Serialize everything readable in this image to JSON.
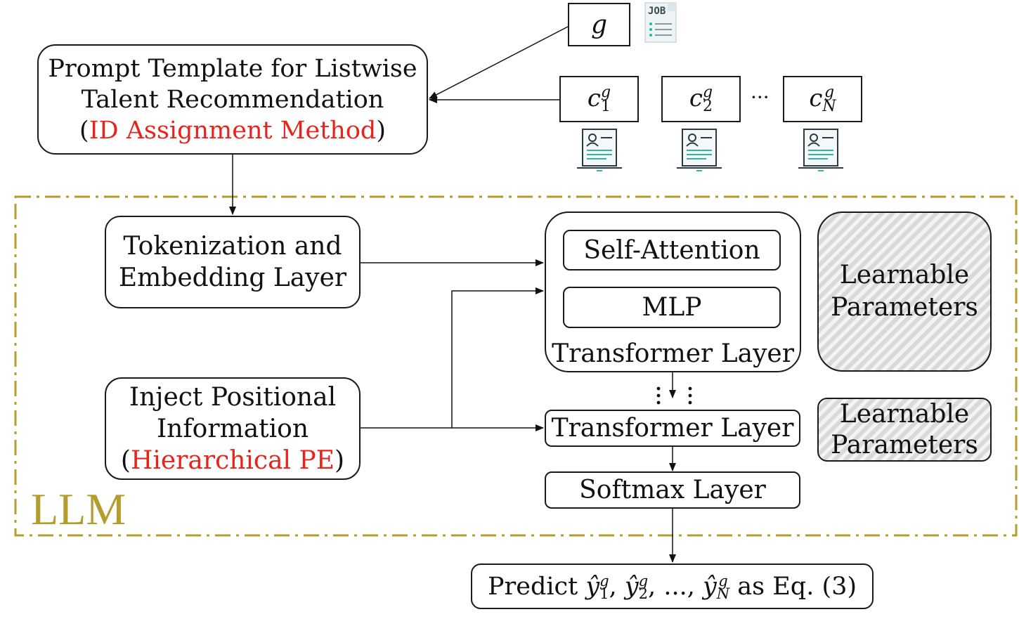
{
  "prompt_box": {
    "line1": "Prompt Template for Listwise",
    "line2": "Talent Recommendation",
    "open": "(",
    "highlight": "ID Assignment Method",
    "close": ")"
  },
  "job": {
    "symbol": "g",
    "icon_text": "JOB"
  },
  "candidates": [
    {
      "base": "c",
      "sup": "g",
      "sub": "1"
    },
    {
      "base": "c",
      "sup": "g",
      "sub": "2"
    },
    {
      "base": "c",
      "sup": "g",
      "sub": "N"
    }
  ],
  "ellipsis": "···",
  "tokenization_box": {
    "line1": "Tokenization and",
    "line2": "Embedding Layer"
  },
  "positional_box": {
    "line1": "Inject Positional",
    "line2": "Information",
    "open": "(",
    "highlight": "Hierarchical PE",
    "close": ")"
  },
  "transformer_block": {
    "self_attention": "Self-Attention",
    "mlp": "MLP",
    "label": "Transformer Layer"
  },
  "transformer_layer_2": "Transformer Layer",
  "softmax_layer": "Softmax Layer",
  "learnable_1": {
    "line1": "Learnable",
    "line2": "Parameters"
  },
  "learnable_2": {
    "line1": "Learnable",
    "line2": "Parameters"
  },
  "llm_label": "LLM",
  "predict": {
    "prefix": "Predict ",
    "y": "ŷ",
    "sup": "g",
    "sub1": "1",
    "sub2": "2",
    "subN": "N",
    "sep": ", ",
    "dots": "...",
    "suffix": " as Eq. (3)"
  },
  "colors": {
    "highlight": "#e8231c",
    "llm_border": "#b49c2e",
    "hatch": "#d9d9d9"
  }
}
